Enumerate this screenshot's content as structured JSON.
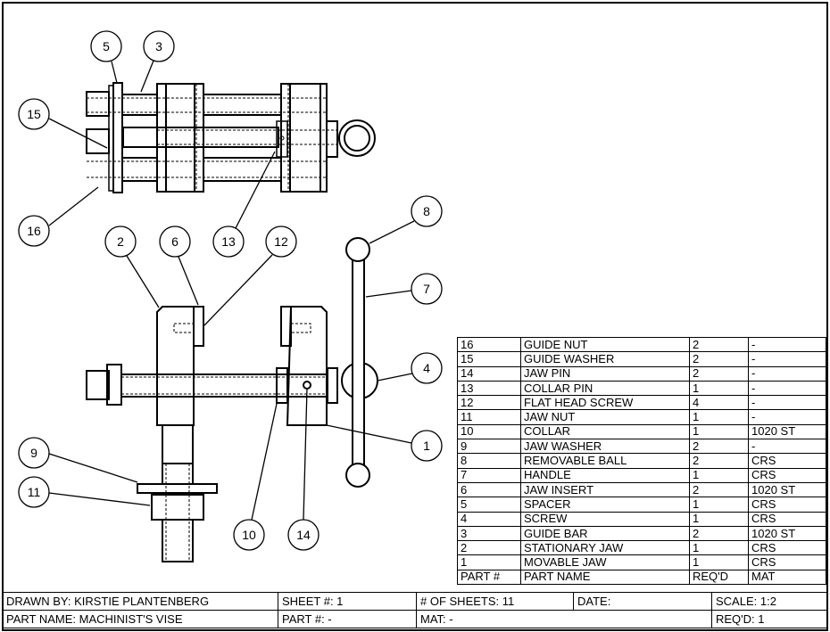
{
  "balloons": {
    "b1": "1",
    "b2": "2",
    "b3": "3",
    "b4": "4",
    "b5": "5",
    "b6": "6",
    "b7": "7",
    "b8": "8",
    "b9": "9",
    "b10": "10",
    "b11": "11",
    "b12": "12",
    "b13": "13",
    "b14": "14",
    "b15": "15",
    "b16": "16"
  },
  "parts_list": {
    "headers": [
      "PART #",
      "PART NAME",
      "REQ'D",
      "MAT"
    ],
    "rows": [
      [
        "16",
        "GUIDE NUT",
        "2",
        "-"
      ],
      [
        "15",
        "GUIDE WASHER",
        "2",
        "-"
      ],
      [
        "14",
        "JAW PIN",
        "2",
        "-"
      ],
      [
        "13",
        "COLLAR PIN",
        "1",
        "-"
      ],
      [
        "12",
        "FLAT HEAD SCREW",
        "4",
        "-"
      ],
      [
        "11",
        "JAW NUT",
        "1",
        "-"
      ],
      [
        "10",
        "COLLAR",
        "1",
        "1020 ST"
      ],
      [
        "9",
        "JAW WASHER",
        "2",
        "-"
      ],
      [
        "8",
        "REMOVABLE BALL",
        "2",
        "CRS"
      ],
      [
        "7",
        "HANDLE",
        "1",
        "CRS"
      ],
      [
        "6",
        "JAW INSERT",
        "2",
        "1020 ST"
      ],
      [
        "5",
        "SPACER",
        "1",
        "CRS"
      ],
      [
        "4",
        "SCREW",
        "1",
        "CRS"
      ],
      [
        "3",
        "GUIDE BAR",
        "2",
        "1020 ST"
      ],
      [
        "2",
        "STATIONARY JAW",
        "1",
        "CRS"
      ],
      [
        "1",
        "MOVABLE JAW",
        "1",
        "CRS"
      ]
    ]
  },
  "title_block": {
    "drawn_by": "DRAWN BY: KIRSTIE PLANTENBERG",
    "sheet": "SHEET #: 1",
    "num_sheets": "# OF SHEETS: 11",
    "date": "DATE:",
    "scale": "SCALE: 1:2",
    "part_name": "PART NAME: MACHINIST'S VISE",
    "part_num": "PART #: -",
    "mat": "MAT: -",
    "reqd": "REQ'D: 1"
  }
}
